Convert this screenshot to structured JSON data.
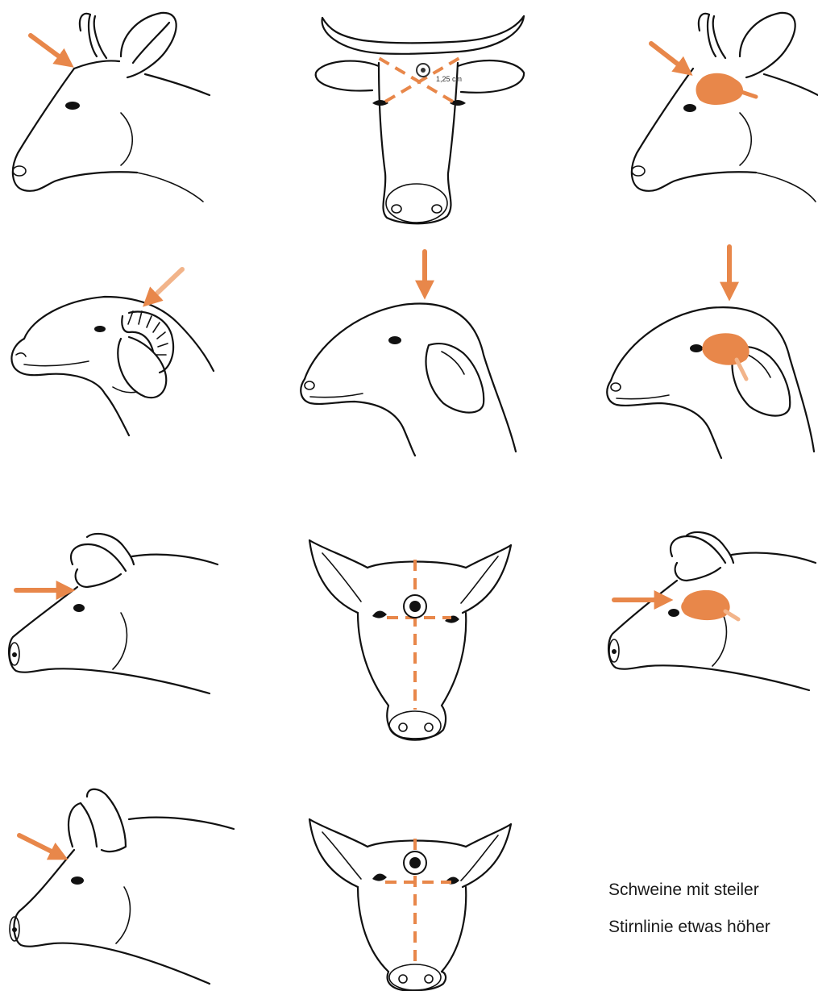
{
  "colors": {
    "accent": "#e8874a",
    "ink": "#111111",
    "background": "#ffffff"
  },
  "annotations": {
    "cow_front_marker": "1,25 cm"
  },
  "caption": {
    "line1": "Schweine mit steiler",
    "line2": "Stirnlinie etwas höher"
  }
}
